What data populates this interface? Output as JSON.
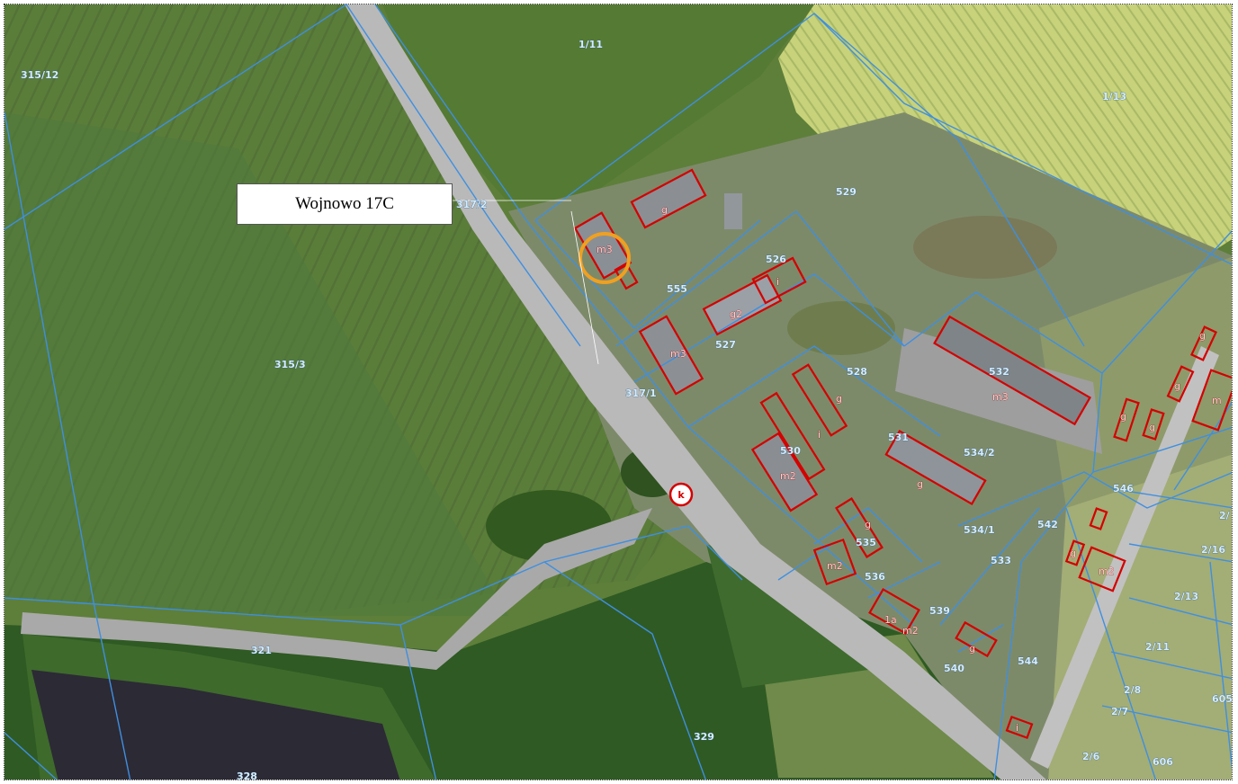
{
  "caption": "",
  "callout": {
    "label": "Wojnowo 17C"
  },
  "colors": {
    "parcel_line": "#3f8fe0",
    "building_outline": "#d40000",
    "highlight_circle": "#f0a020",
    "field_green": "#5e7f3a",
    "road": "#b9b9b9",
    "water": "#2c2a35",
    "forest": "#2f5a23"
  },
  "parcel_labels": [
    "315/12",
    "1/11",
    "1/13",
    "317/2",
    "529",
    "555",
    "526",
    "527",
    "528",
    "315/3",
    "317/1",
    "532",
    "531",
    "534/2",
    "530",
    "546",
    "542",
    "534/1",
    "535",
    "533",
    "2/16",
    "2/13",
    "536",
    "539",
    "321",
    "540",
    "544",
    "2/11",
    "2/8",
    "2/7",
    "605",
    "329",
    "328",
    "2/6",
    "606",
    "2/"
  ],
  "building_labels": [
    "m3",
    "g",
    "i",
    "g2",
    "m3",
    "g",
    "i",
    "m3",
    "g",
    "g",
    "g",
    "m2",
    "g",
    "g",
    "g",
    "m2",
    "m2",
    "g",
    "m2",
    "g",
    "i",
    "m",
    "k",
    "1a"
  ]
}
